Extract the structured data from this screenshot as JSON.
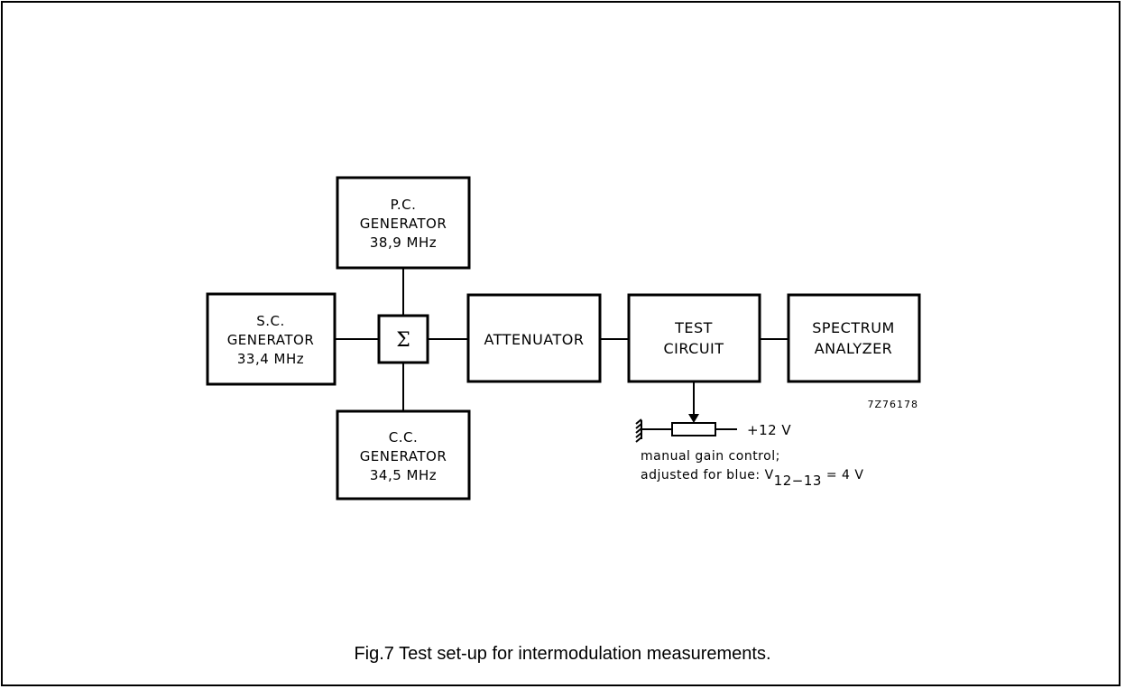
{
  "blocks": {
    "pc_generator": [
      "P.C.",
      "GENERATOR",
      "38,9 MHz"
    ],
    "sc_generator": [
      "S.C.",
      "GENERATOR",
      "33,4 MHz"
    ],
    "cc_generator": [
      "C.C.",
      "GENERATOR",
      "34,5 MHz"
    ],
    "summer": "Σ",
    "attenuator": "ATTENUATOR",
    "test_circuit": [
      "TEST",
      "CIRCUIT"
    ],
    "spectrum_analyzer": [
      "SPECTRUM",
      "ANALYZER"
    ]
  },
  "supply": "+12 V",
  "note": {
    "line1": "manual gain control;",
    "line2_prefix": "adjusted for blue: V",
    "line2_sub": "12−13",
    "line2_suffix": " = 4 V"
  },
  "drawing_code": "7Z76178",
  "caption": "Fig.7  Test set-up for intermodulation measurements."
}
